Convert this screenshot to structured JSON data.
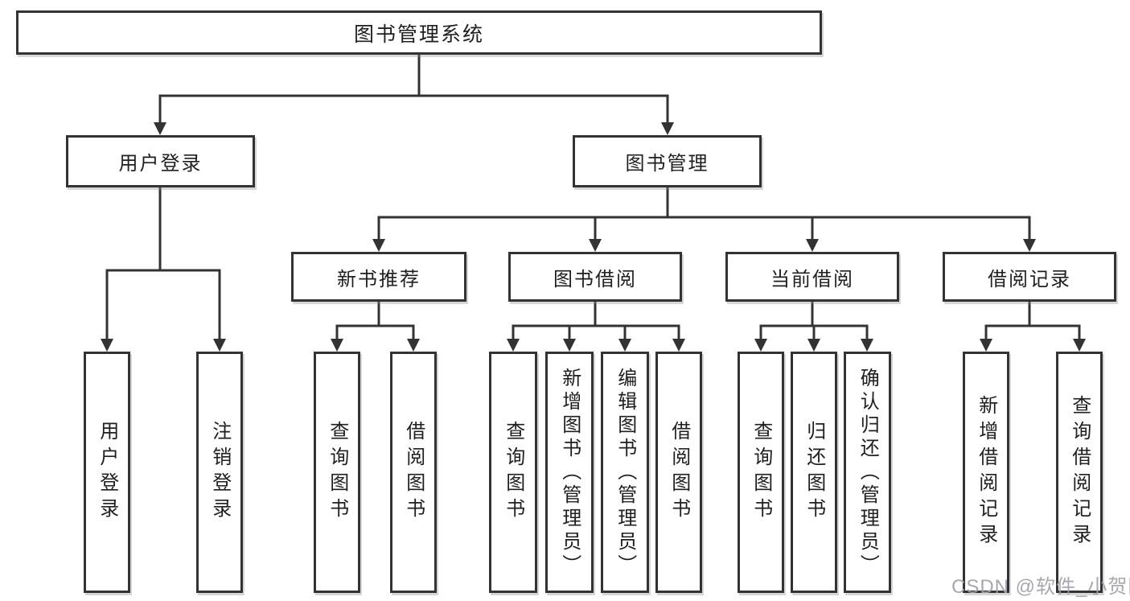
{
  "diagram": {
    "title": "图书管理系统",
    "branches": {
      "user_login": {
        "label": "用户登录",
        "children": [
          "用户登录",
          "注销登录"
        ]
      },
      "book_management": {
        "label": "图书管理",
        "sections": {
          "new_book": {
            "label": "新书推荐",
            "children": [
              "查询图书",
              "借阅图书"
            ]
          },
          "borrow": {
            "label": "图书借阅",
            "children": [
              "查询图书",
              "新增图书（管理员）",
              "编辑图书（管理员）",
              "借阅图书"
            ]
          },
          "current": {
            "label": "当前借阅",
            "children": [
              "查询图书",
              "归还图书",
              "确认归还（管理员）"
            ]
          },
          "records": {
            "label": "借阅记录",
            "children": [
              "新增借阅记录",
              "查询借阅记录"
            ]
          }
        }
      }
    },
    "colors": {
      "line": "#333333",
      "text": "#1f1f1f",
      "background": "#ffffff",
      "watermark": "#9ea0aa"
    }
  },
  "watermark": "CSDN @软件_小贺同学"
}
